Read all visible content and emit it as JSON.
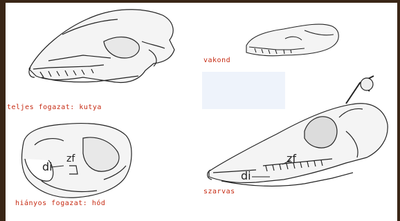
{
  "labels": {
    "dog": "teljes fogazat: kutya",
    "mole": "vakond",
    "beaver": "hiányos fogazat: hód",
    "deer": "szarvas"
  },
  "annotations": {
    "beaver_di": "di",
    "beaver_zf": "zf",
    "deer_zf": "zf",
    "deer_di": "di"
  }
}
